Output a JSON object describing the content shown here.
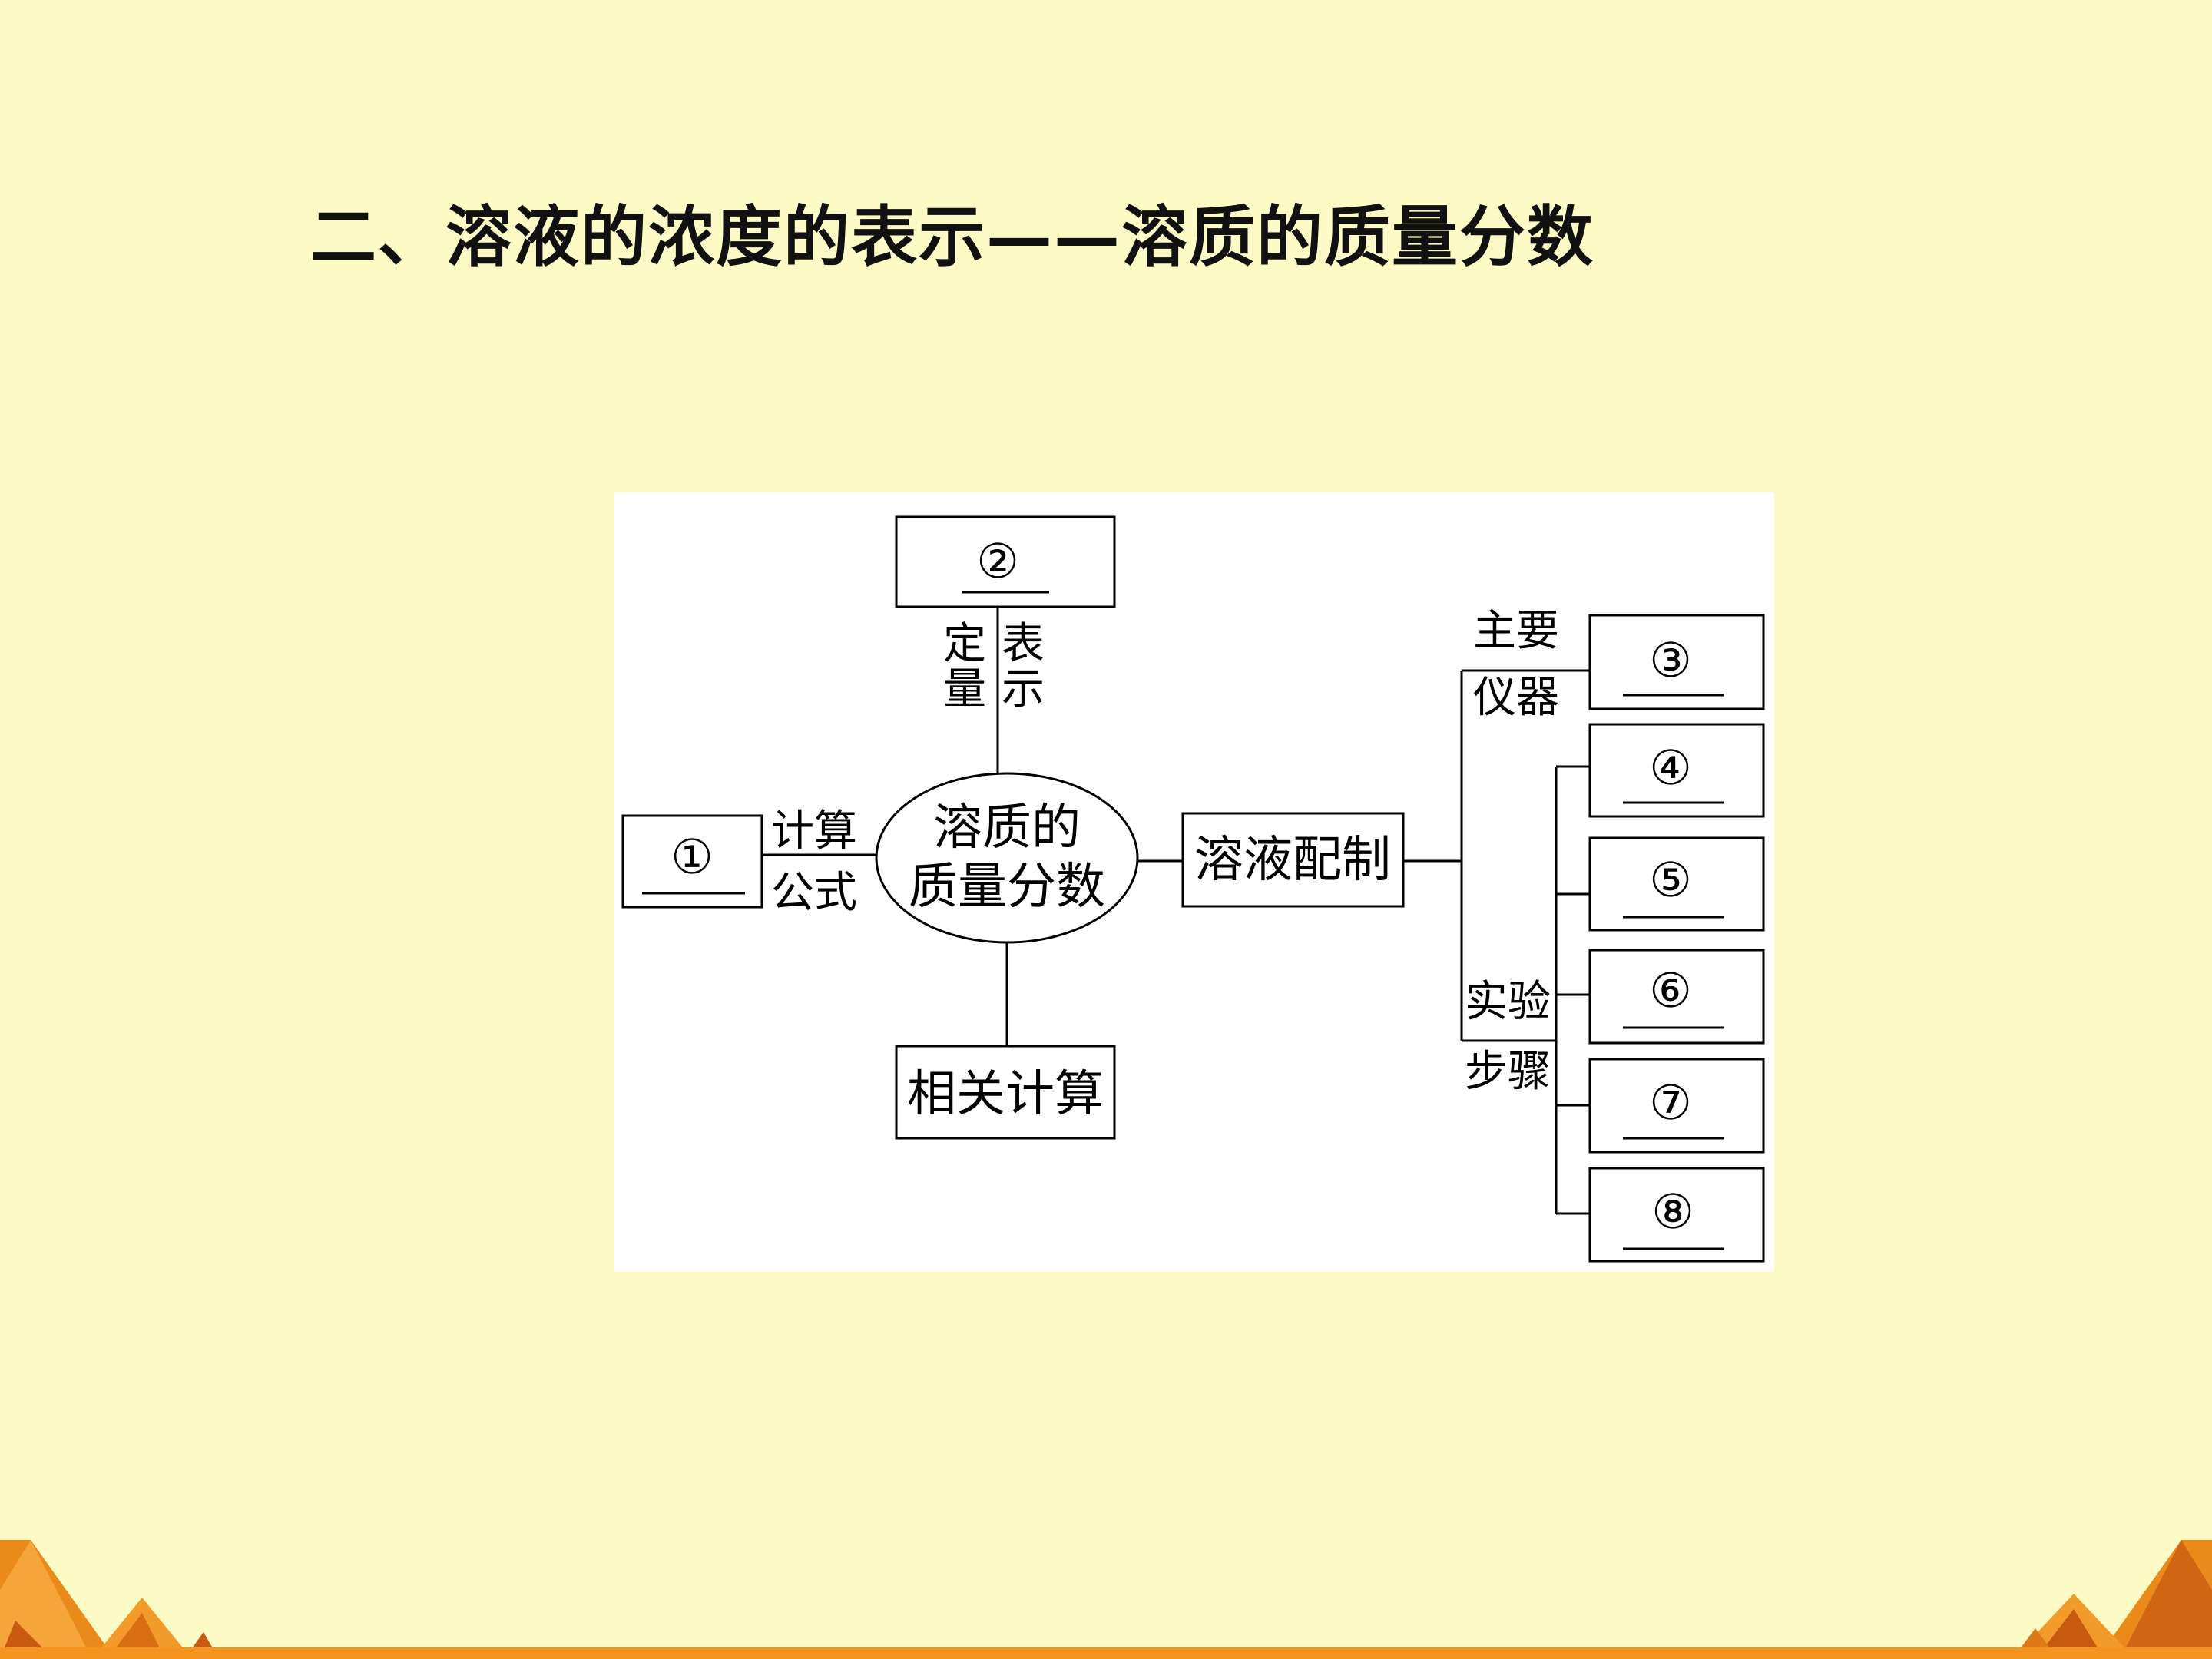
{
  "title": "二、溶液的浓度的表示——溶质的质量分数",
  "diagram": {
    "center": {
      "line1": "溶质的",
      "line2": "质量分数"
    },
    "blank_1": "①",
    "blank_2": "②",
    "blank_3": "③",
    "blank_4": "④",
    "blank_5": "⑤",
    "blank_6": "⑥",
    "blank_7": "⑦",
    "blank_8": "⑧",
    "edge_formula": {
      "line1": "计算",
      "line2": "公式"
    },
    "edge_quant": {
      "col1_top": "定",
      "col1_bottom": "量",
      "col2_top": "表",
      "col2_bottom": "示"
    },
    "prep_box": "溶液配制",
    "calc_box": "相关计算",
    "instruments": {
      "line1": "主要",
      "line2": "仪器"
    },
    "steps": {
      "line1": "实验",
      "line2": "步骤"
    }
  },
  "colors": {
    "background": "#fdfbc5",
    "accent_orange": "#f5931f",
    "accent_dark": "#c85a10"
  }
}
